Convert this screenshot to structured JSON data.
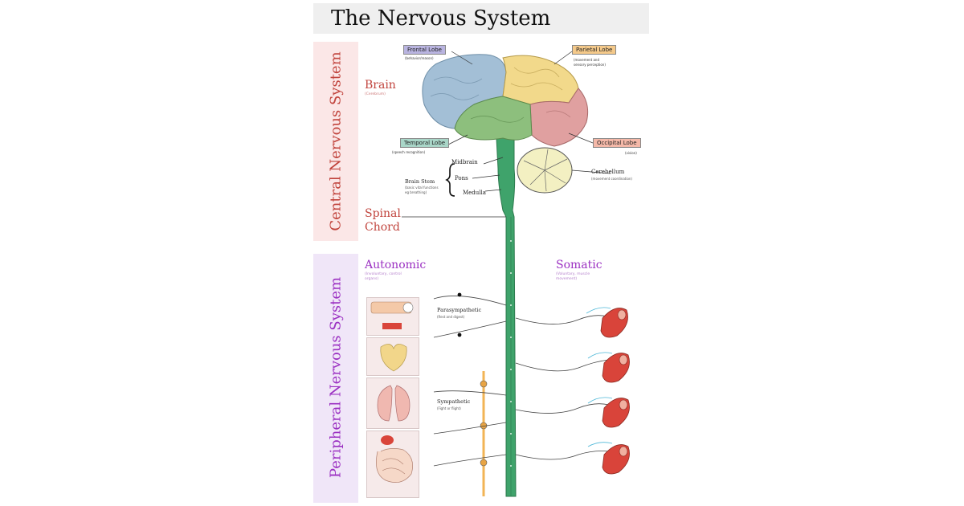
{
  "title": "The Nervous System",
  "cns": {
    "label": "Central Nervous System",
    "brain": {
      "label": "Brain",
      "sub": "(Cerebrum)"
    },
    "spinal": {
      "label_line1": "Spinal",
      "label_line2": "Chord"
    },
    "lobes": {
      "frontal": {
        "label": "Frontal Lobe",
        "sub": "(behavior/reason)"
      },
      "parietal": {
        "label": "Parietal Lobe",
        "sub1": "(movement and",
        "sub2": "sensory perception)"
      },
      "temporal": {
        "label": "Temporal Lobe",
        "sub": "(speech recognition)"
      },
      "occipital": {
        "label": "Occipital Lobe",
        "sub": "(vision)"
      }
    },
    "brainstem": {
      "midbrain": "Midbrain",
      "pons": "Pons",
      "medulla": "Medulla",
      "label": "Brain Stem",
      "sub1": "(basic vital functions",
      "sub2": "eg breathing)"
    },
    "cerebellum": {
      "label": "Cerebellum",
      "sub": "(movement coordination)"
    }
  },
  "pns": {
    "label": "Peripheral Nervous System",
    "autonomic": {
      "label": "Autonomic",
      "sub1": "(Involuntary, control",
      "sub2": "organs)"
    },
    "somatic": {
      "label": "Somatic",
      "sub1": "(Voluntary, muscle",
      "sub2": "movement)"
    },
    "parasympathetic": {
      "label": "Parasympathetic",
      "sub": "(Rest and digest)"
    },
    "sympathetic": {
      "label": "Sympathetic",
      "sub": "(Fight or flight)"
    }
  },
  "colors": {
    "cns_band": "#fbe7e7",
    "pns_band": "#f0e6f8",
    "cns_text": "#c1443d",
    "pns_text": "#9b30c2",
    "frontal": "#a3bfd6",
    "parietal": "#f2d98b",
    "temporal": "#8dbf7d",
    "occipital": "#e0a0a0",
    "cerebellum": "#f3f0c2",
    "spinal_cord": "#3fa36b",
    "muscle": "#d9443a"
  },
  "icons": [
    "brain-icon",
    "cerebellum-icon",
    "spinal-cord-icon",
    "muscle-icon",
    "heart-icon",
    "lungs-icon",
    "intestines-icon",
    "ganglion-icon"
  ]
}
